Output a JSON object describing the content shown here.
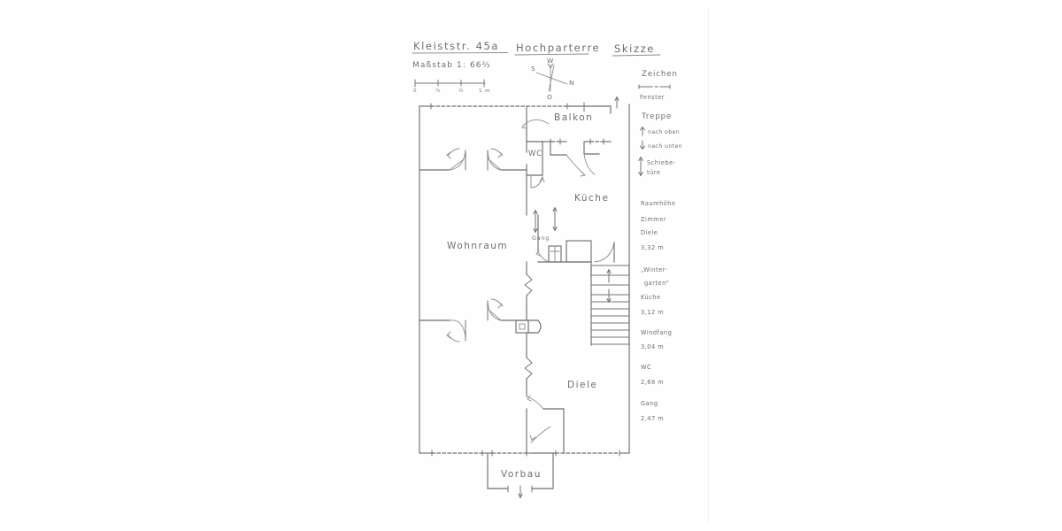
{
  "document": {
    "type": "hand-drawn architectural floor plan sketch",
    "title_line": {
      "address": "Kleiststr. 45a",
      "floor": "Hochparterre",
      "kind": "Skizze"
    },
    "scale": {
      "label": "Maßstab 1: 66⅔",
      "ticks": [
        "0",
        "¼",
        "½",
        "1 m"
      ]
    },
    "compass": {
      "top": "W",
      "left": "S",
      "right": "N",
      "bottom": "O"
    }
  },
  "legend": {
    "heading": "Zeichen",
    "entries": [
      {
        "symbol": "window-symbol",
        "label": "Fenster"
      },
      {
        "symbol": "stair-symbol",
        "label": "Treppe"
      },
      {
        "symbol": "arrow-up",
        "label": "nach oben"
      },
      {
        "symbol": "arrow-down",
        "label": "nach unten"
      },
      {
        "symbol": "sliding-door-symbol",
        "label": "Schiebe-",
        "label2": "türe"
      }
    ]
  },
  "room_heights": {
    "heading": "Raumhöhe",
    "entries": [
      {
        "room": "Zimmer",
        "room2": "Diele",
        "value": "3,32 m"
      },
      {
        "room": "„Winter-",
        "room2": "garten\"",
        "room3": "Küche",
        "value": "3,12 m"
      },
      {
        "room": "Windfang",
        "value": "3,04 m"
      },
      {
        "room": "WC",
        "value": "2,68 m"
      },
      {
        "room": "Gang",
        "value": "2,47 m"
      }
    ]
  },
  "rooms": [
    {
      "name": "Balkon"
    },
    {
      "name": "WC"
    },
    {
      "name": "Küche"
    },
    {
      "name": "Wohnraum"
    },
    {
      "name": "Gang"
    },
    {
      "name": "Diele"
    },
    {
      "name": "Vorbau"
    }
  ],
  "colors": {
    "ink": "#74747a",
    "ink_light": "#8d8d93",
    "text": "#6e6e73",
    "paper": "#ffffff"
  }
}
